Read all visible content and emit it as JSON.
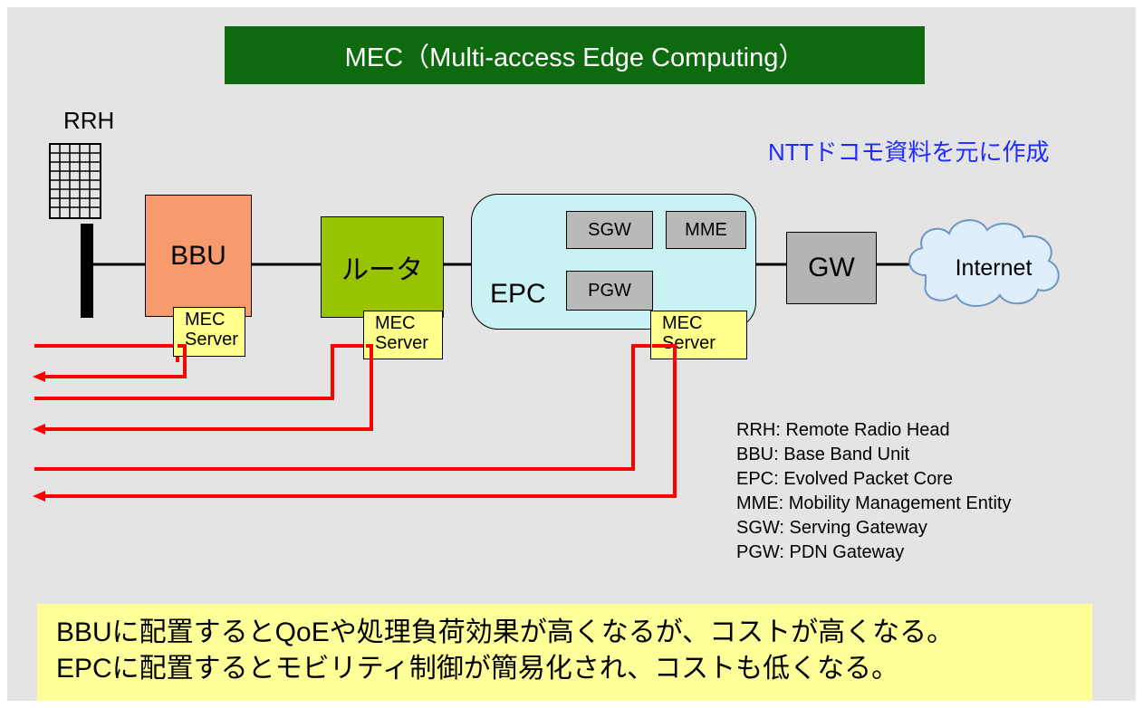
{
  "title": "MEC（Multi-access Edge Computing）",
  "rrh_label": "RRH",
  "source_note": "NTTドコモ資料を元に作成",
  "nodes": {
    "bbu": "BBU",
    "router": "ルータ",
    "epc": "EPC",
    "sgw": "SGW",
    "mme": "MME",
    "pgw": "PGW",
    "gw": "GW",
    "internet": "Internet"
  },
  "mec_server": {
    "line1": "MEC",
    "line2": "Server"
  },
  "legend": [
    "RRH: Remote Radio Head",
    "BBU: Base Band Unit",
    "EPC: Evolved Packet Core",
    "MME: Mobility Management Entity",
    "SGW: Serving Gateway",
    "PGW: PDN Gateway"
  ],
  "bottom_note": {
    "line1": "BBUに配置するとQoEや処理負荷効果が高くなるが、コストが高くなる。",
    "line2": "EPCに配置するとモビリティ制御が簡易化され、コストも低くなる。"
  },
  "colors": {
    "title_bg": "#0e6a0f",
    "source_note": "#1f2bff",
    "bbu": "#f79b6c",
    "router": "#97c300",
    "epc": "#c8f2f4",
    "mec": "#ffff8c",
    "path": "#ff0000",
    "note_bg": "#ffff9a"
  }
}
